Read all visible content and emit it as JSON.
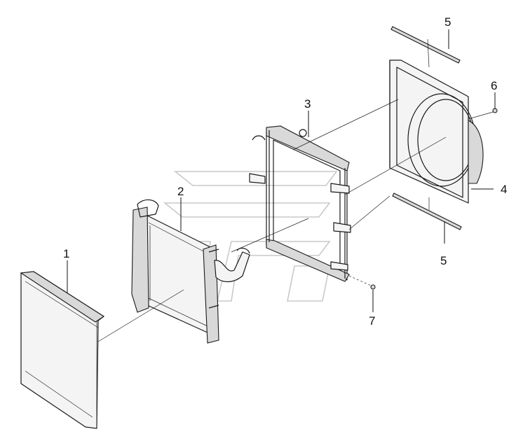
{
  "callouts": {
    "c1": "1",
    "c2": "2",
    "c3": "3",
    "c4": "4",
    "c5a": "5",
    "c5b": "5",
    "c6": "6",
    "c7": "7"
  },
  "colors": {
    "line": "#1a1a1a",
    "background": "#ffffff",
    "watermark": "#c9c9c9"
  }
}
